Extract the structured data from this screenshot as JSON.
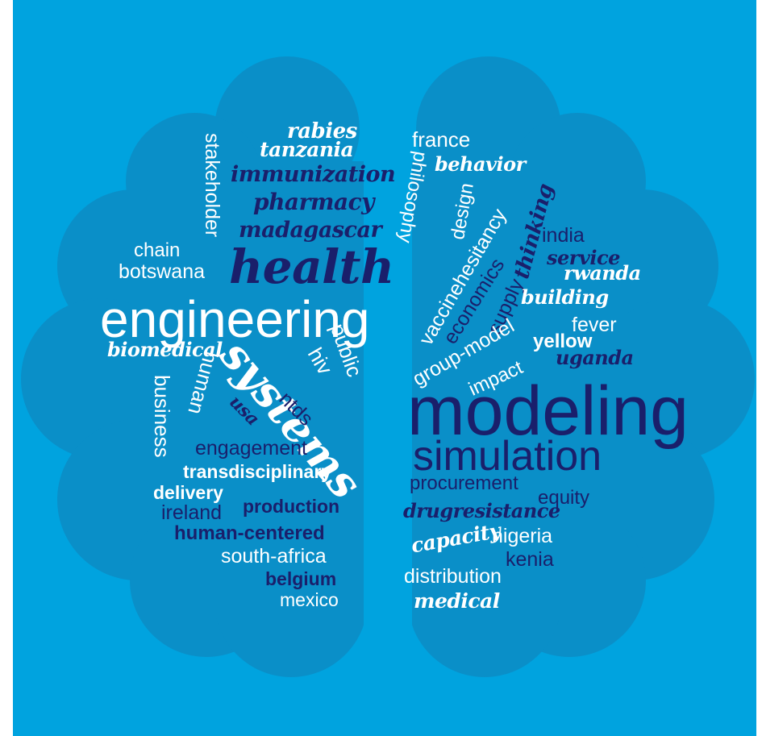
{
  "colors": {
    "background": "#00a3df",
    "brain_fill": "#0a8fc8",
    "word_white": "#ffffff",
    "word_navy": "#1a1f6b"
  },
  "words": {
    "rabies": "rabies",
    "tanzania": "tanzania",
    "stakeholder": "stakeholder",
    "immunization": "immunization",
    "pharmacy": "pharmacy",
    "madagascar": "madagascar",
    "chain": "chain",
    "botswana": "botswana",
    "health": "health",
    "engineering": "engineering",
    "biomedical": "biomedical",
    "systems": "systems",
    "hiv": "hiv",
    "public": "public",
    "business": "business",
    "human": "human",
    "usa": "usa",
    "ntds": "ntds",
    "engagement": "engagement",
    "transdisciplinary": "transdisciplinary",
    "delivery": "delivery",
    "ireland": "ireland",
    "production": "production",
    "human_centered": "human-centered",
    "south_africa": "south-africa",
    "belgium": "belgium",
    "mexico": "mexico",
    "france": "france",
    "behavior": "behavior",
    "philosophy": "philosophy",
    "design": "design",
    "vaccinehesitancy": "vaccinehesitancy",
    "economics": "economics",
    "supply": "supply",
    "thinking": "thinking",
    "india": "india",
    "service": "service",
    "rwanda": "rwanda",
    "building": "building",
    "group_model": "group-model",
    "fever": "fever",
    "impact": "impact",
    "yellow": "yellow",
    "uganda": "uganda",
    "modeling": "modeling",
    "simulation": "simulation",
    "procurement": "procurement",
    "equity": "equity",
    "drugresistance": "drugresistance",
    "capacity": "capacity",
    "nigeria": "nigeria",
    "kenia": "kenia",
    "distribution": "distribution",
    "medical": "medical"
  }
}
